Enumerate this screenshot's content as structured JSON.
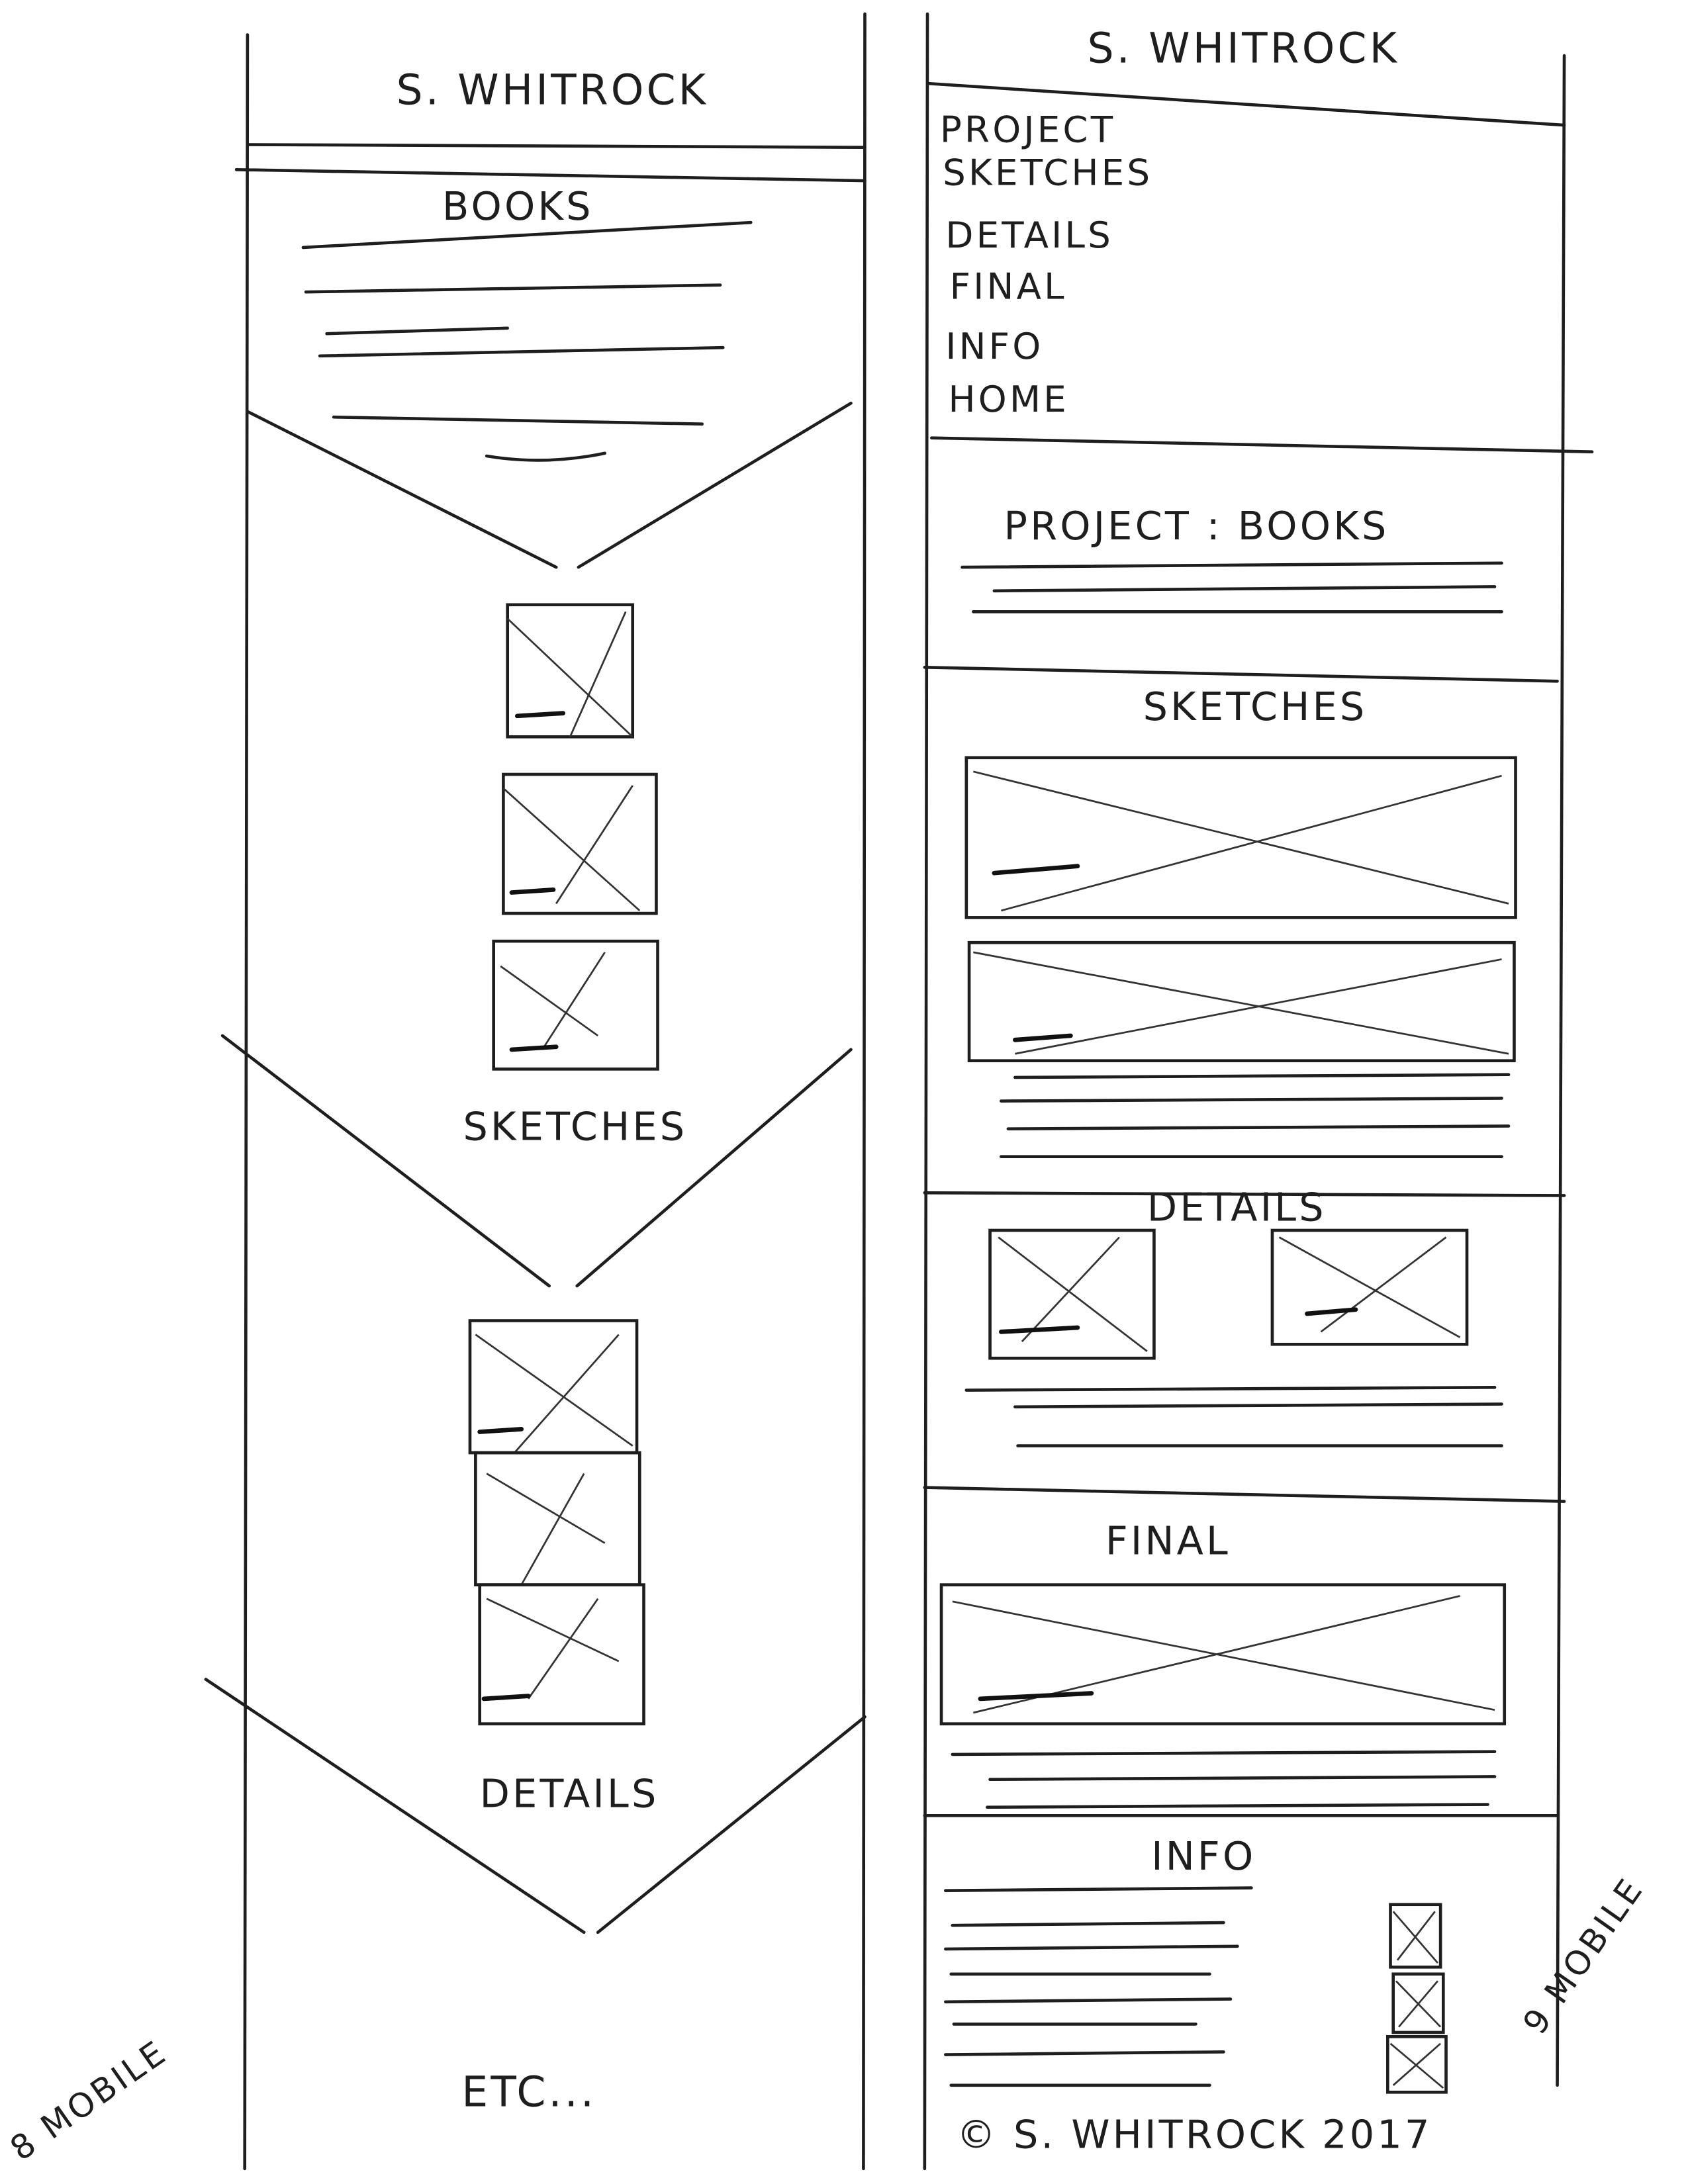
{
  "left_mobile": {
    "title": "S. WHITROCK",
    "section_books": "BOOKS",
    "section_sketches": "SKETCHES",
    "section_details": "DETAILS",
    "more": "ETC...",
    "label": "8 MOBILE"
  },
  "right_mobile": {
    "title": "S. WHITROCK",
    "nav": [
      "PROJECT",
      "SKETCHES",
      "DETAILS",
      "FINAL",
      "INFO",
      "HOME"
    ],
    "project_heading": "PROJECT : BOOKS",
    "section_sketches": "SKETCHES",
    "section_details": "DETAILS",
    "section_final": "FINAL",
    "section_info": "INFO",
    "footer": "© S. WHITROCK 2017",
    "label": "9 MOBILE"
  }
}
